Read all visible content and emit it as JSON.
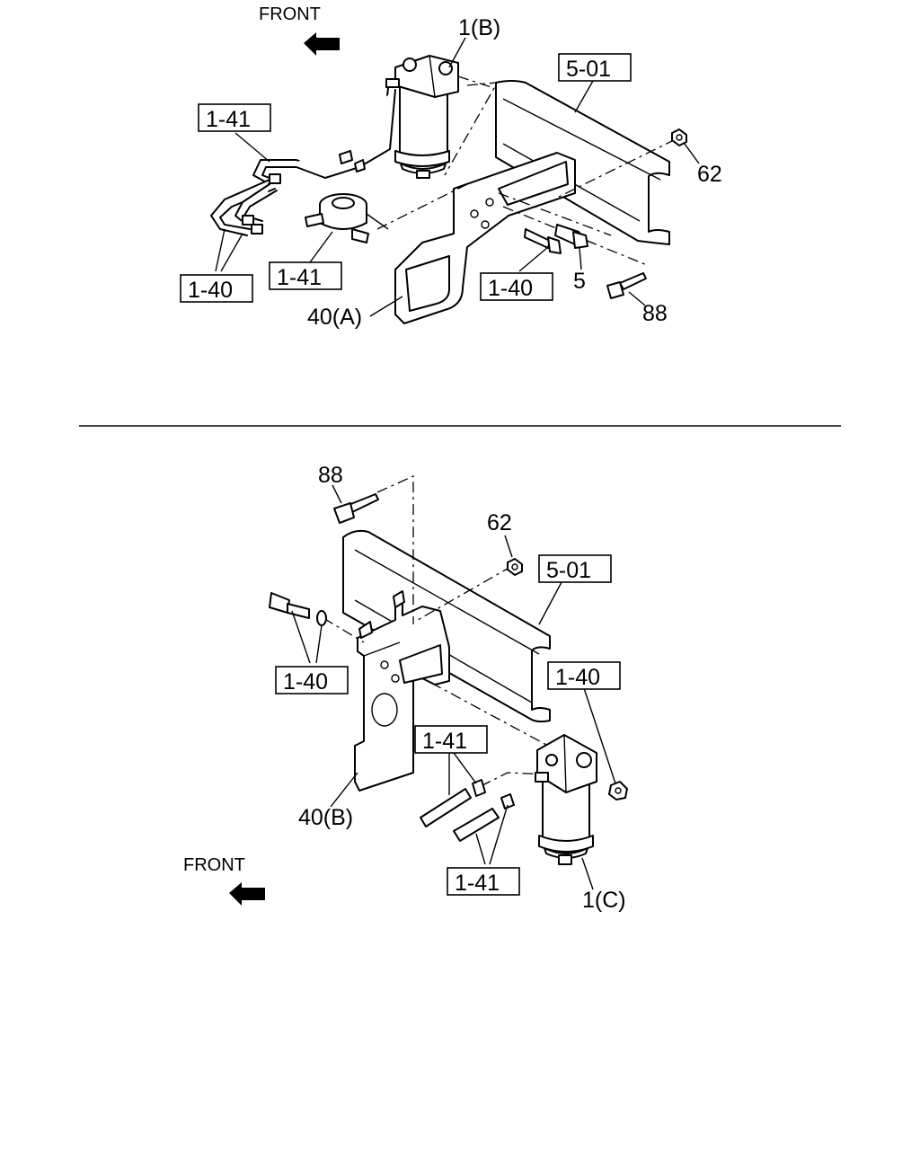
{
  "top": {
    "front_label": "FRONT",
    "labels": {
      "filter_b": "1(B)",
      "frame_ref": "5-01",
      "hose_upper": "1-41",
      "hose_lower": "1-41",
      "hose_left": "1-40",
      "bolt_ref": "1-40",
      "nut": "62",
      "bolt_small": "5",
      "bolt_long": "88",
      "bracket_a": "40(A)"
    }
  },
  "bottom": {
    "front_label": "FRONT",
    "labels": {
      "bolt_long": "88",
      "nut": "62",
      "frame_ref": "5-01",
      "bolt_left": "1-40",
      "nut_right": "1-40",
      "hose_upper": "1-41",
      "hose_lower": "1-41",
      "bracket_b": "40(B)",
      "filter_c": "1(C)"
    }
  }
}
